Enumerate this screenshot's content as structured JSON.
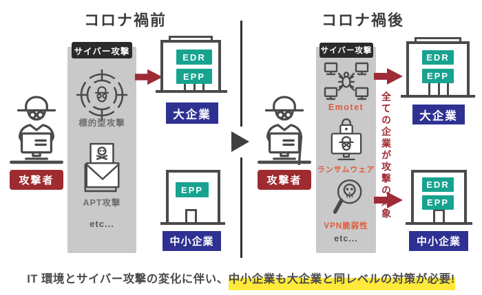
{
  "colors": {
    "accent_red": "#9e2b36",
    "attacker_bg": "#9e2b2f",
    "company_navy": "#2e3192",
    "badge_teal": "#17a38f",
    "panel_gray": "#c9c9c9",
    "cyber_label_black": "#2b2b2b",
    "attack_name_orange": "#e05a3a",
    "highlight_yellow": "#ffe93a",
    "icon_stroke_gray": "#4a4a4a"
  },
  "icons": {
    "attacker": "hacker-at-laptop",
    "targeted_attack": "crosshair-hacker",
    "apt_attack": "skull-mail-envelope",
    "emotet": "botnet-computers-bug",
    "ransomware": "locked-monitor-hacker",
    "vpn": "skull-magnifier",
    "flow": "red-right-arrow",
    "transition": "dark-right-triangle"
  },
  "before": {
    "title": "コロナ禍前",
    "cyber_attack_label": "サイバー攻撃",
    "attacker_label": "攻撃者",
    "attacks": {
      "targeted": "標的型攻撃",
      "apt": "APT攻撃",
      "etc": "etc..."
    },
    "large_company": {
      "label": "大企業",
      "badges": [
        "EDR",
        "EPP"
      ]
    },
    "small_company": {
      "label": "中小企業",
      "badges": [
        "EPP"
      ]
    }
  },
  "after": {
    "title": "コロナ禍後",
    "cyber_attack_label": "サイバー攻撃",
    "attacker_label": "攻撃者",
    "attacks": {
      "emotet": "Emotet",
      "ransomware": "ランサムウェア",
      "vpn": "VPN脆弱性",
      "etc": "etc..."
    },
    "vertical_note": "全ての企業が攻撃の対象",
    "large_company": {
      "label": "大企業",
      "badges": [
        "EDR",
        "EPP"
      ]
    },
    "small_company": {
      "label": "中小企業",
      "badges": [
        "EDR",
        "EPP"
      ]
    }
  },
  "footer": {
    "prefix": "IT 環境とサイバー攻撃の変化に伴い、",
    "highlighted": "中小企業も大企業と同レベルの対策が必要!"
  }
}
